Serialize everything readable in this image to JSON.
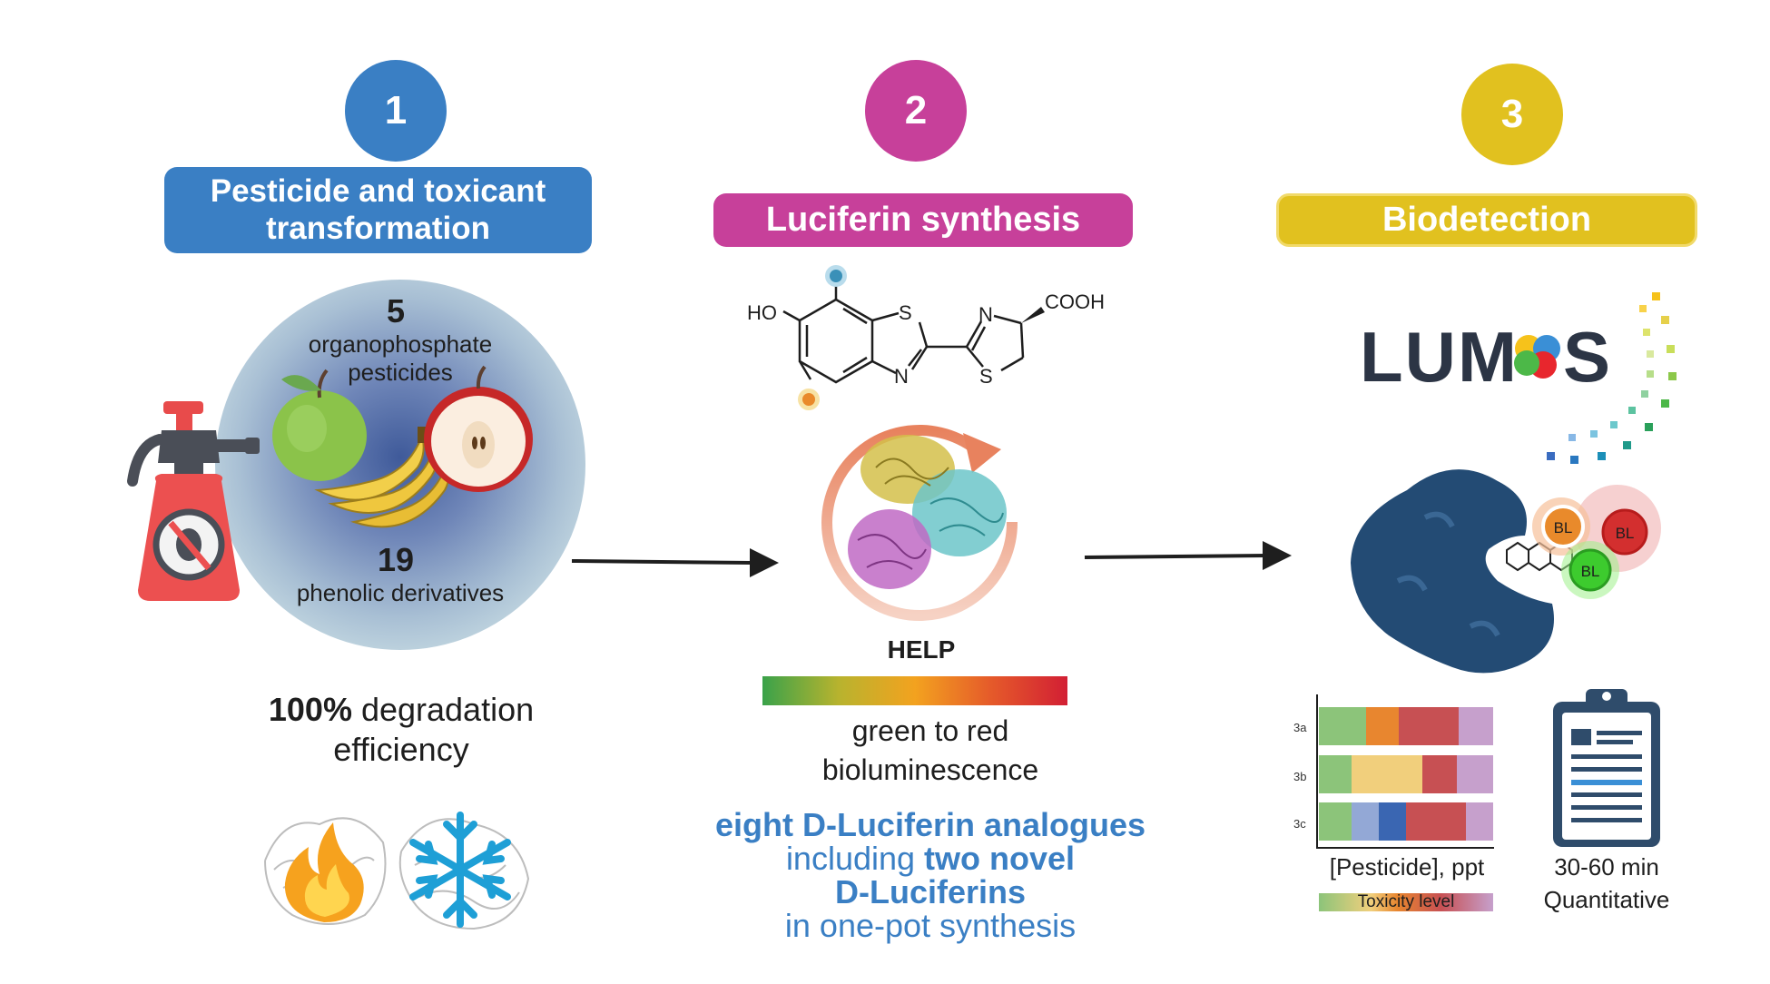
{
  "steps": [
    {
      "number": "1",
      "title": "Pesticide and toxicant transformation",
      "color": "#3a7fc4"
    },
    {
      "number": "2",
      "title": "Luciferin synthesis",
      "color": "#c7409a"
    },
    {
      "number": "3",
      "title": "Biodetection",
      "color": "#e1c11f"
    }
  ],
  "panel1": {
    "count_top": "5",
    "label_top_line1": "organophosphate",
    "label_top_line2": "pesticides",
    "count_bottom": "19",
    "label_bottom": "phenolic derivatives",
    "efficiency_bold": "100%",
    "efficiency_rest": " degradation",
    "efficiency_line2": "efficiency"
  },
  "panel2": {
    "chem_ho": "HO",
    "chem_s1": "S",
    "chem_n1": "N",
    "chem_n2": "N",
    "chem_s2": "S",
    "chem_cooh": "COOH",
    "enzyme": "HELP",
    "color_line1": "green to red",
    "color_line2": "bioluminescence",
    "analogues_line1_bold": "eight D-Luciferin analogues",
    "analogues_line2_regular": "including ",
    "analogues_line2_bold": "two novel",
    "analogues_line3_bold": "D-Luciferins",
    "analogues_line4": "in one-pot synthesis"
  },
  "panel3": {
    "logo_left": "LUM",
    "logo_right": "S",
    "bl_labels": [
      "BL",
      "BL",
      "BL"
    ],
    "rows": [
      "3a",
      "3b",
      "3c"
    ],
    "x_label": "[Pesticide], ppt",
    "toxicity_label": "Toxicity level",
    "time": "30-60 min",
    "quant": "Quantitative"
  }
}
